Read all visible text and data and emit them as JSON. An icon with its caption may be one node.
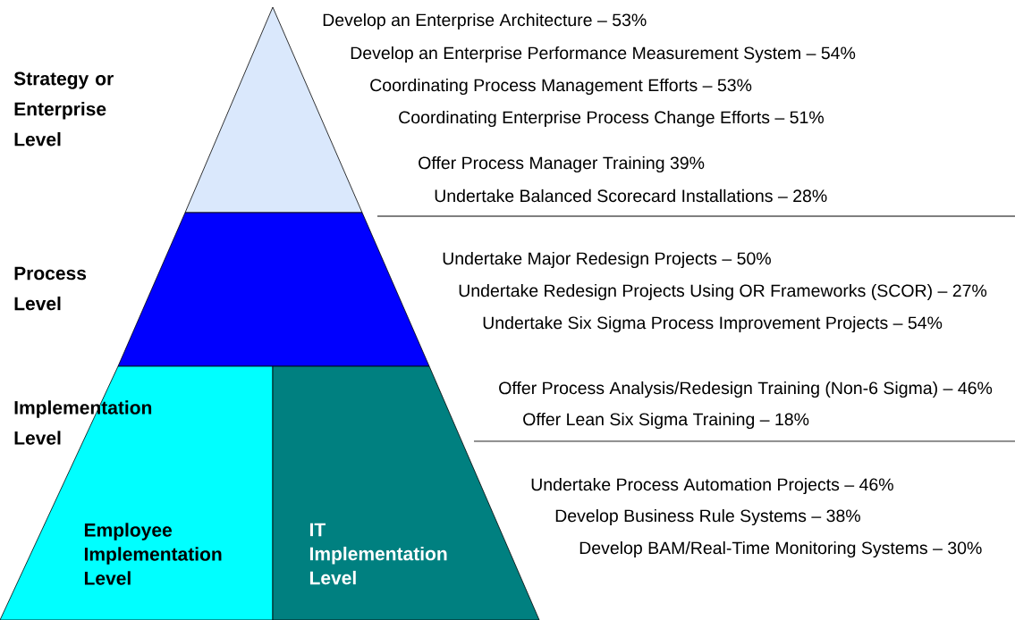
{
  "diagram": {
    "nodes": [
      {
        "text": [],
        "shape": "triangle",
        "beside": [
          "Strategy or Enterprise Level"
        ]
      },
      {
        "text": [],
        "shape": "trapezoid",
        "beside": [
          "Process Level"
        ]
      },
      {
        "text": [
          "Employee Implementation Level"
        ]
      },
      {
        "text": [
          "IT Implementation Level"
        ]
      }
    ],
    "edges": [],
    "labels": [
      "Develop an Enterprise Architecture – 53%",
      "Develop an Enterprise Performance Measurement System – 54%",
      "Coordinating Process Management Efforts – 53%",
      "Coordinating Enterprise Process Change Efforts – 51%",
      "Offer Process Manager Training  39%",
      "Undertake Balanced Scorecard Installations – 28%",
      "Undertake Major Redesign Projects – 50%",
      "Undertake Redesign Projects Using OR Frameworks (SCOR) – 27%",
      "Undertake Six Sigma Process Improvement Projects – 54%",
      "Implementation Level",
      "Offer Process Analysis/Redesign Training (Non-6 Sigma) – 46%",
      "Offer Lean Six Sigma Training – 18%",
      "Undertake Process Automation Projects – 46%",
      "Develop Business Rule Systems – 38%",
      "Develop BAM/Real-Time Monitoring Systems – 30%"
    ]
  }
}
